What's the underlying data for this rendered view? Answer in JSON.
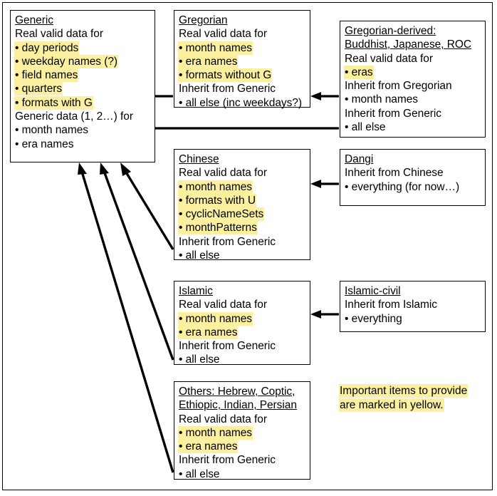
{
  "diagram": {
    "title": "Calendar data inheritance diagram",
    "highlight_color": "#faf0a0",
    "line_color": "#000000",
    "background": "#ffffff"
  },
  "boxes": {
    "generic": {
      "name": "Generic",
      "lines": [
        {
          "text": "Generic",
          "style": "title"
        },
        {
          "text": "Real valid data for",
          "style": "plain"
        },
        {
          "text": "• day periods",
          "style": "highlight"
        },
        {
          "text": "• weekday names (?)",
          "style": "highlight"
        },
        {
          "text": "• field names",
          "style": "highlight"
        },
        {
          "text": "• quarters",
          "style": "highlight"
        },
        {
          "text": "• formats with G",
          "style": "highlight"
        },
        {
          "text": "Generic data (1, 2…) for",
          "style": "plain"
        },
        {
          "text": "• month names",
          "style": "plain"
        },
        {
          "text": "• era names",
          "style": "plain"
        }
      ]
    },
    "gregorian": {
      "name": "Gregorian",
      "lines": [
        {
          "text": "Gregorian",
          "style": "title"
        },
        {
          "text": "Real valid data for",
          "style": "plain"
        },
        {
          "text": "• month names",
          "style": "highlight"
        },
        {
          "text": "• era names",
          "style": "highlight"
        },
        {
          "text": "• formats without G",
          "style": "highlight"
        },
        {
          "text": "Inherit from Generic",
          "style": "plain"
        },
        {
          "text": "• all else (inc weekdays?)",
          "style": "plain"
        }
      ]
    },
    "gregorian_derived": {
      "name": "Gregorian-derived: Buddhist, Japanese, ROC",
      "lines": [
        {
          "text": "Gregorian-derived:",
          "style": "title"
        },
        {
          "text": "Buddhist, Japanese, ROC",
          "style": "title"
        },
        {
          "text": "Real valid data for",
          "style": "plain"
        },
        {
          "text": "• eras",
          "style": "highlight"
        },
        {
          "text": "Inherit from Gregorian",
          "style": "plain"
        },
        {
          "text": "• month names",
          "style": "plain"
        },
        {
          "text": "Inherit from Generic",
          "style": "plain"
        },
        {
          "text": "• all else",
          "style": "plain"
        }
      ]
    },
    "chinese": {
      "name": "Chinese",
      "lines": [
        {
          "text": "Chinese",
          "style": "title"
        },
        {
          "text": "Real valid data for",
          "style": "plain"
        },
        {
          "text": "• month names",
          "style": "highlight"
        },
        {
          "text": "• formats with U",
          "style": "highlight"
        },
        {
          "text": "• cyclicNameSets",
          "style": "highlight"
        },
        {
          "text": "• monthPatterns",
          "style": "highlight"
        },
        {
          "text": "Inherit from Generic",
          "style": "plain"
        },
        {
          "text": "• all else",
          "style": "plain"
        }
      ]
    },
    "dangi": {
      "name": "Dangi",
      "lines": [
        {
          "text": "Dangi",
          "style": "title"
        },
        {
          "text": "Inherit from Chinese",
          "style": "plain"
        },
        {
          "text": "• everything (for now…)",
          "style": "plain"
        }
      ]
    },
    "islamic": {
      "name": "Islamic",
      "lines": [
        {
          "text": "Islamic",
          "style": "title"
        },
        {
          "text": "Real valid data for",
          "style": "plain"
        },
        {
          "text": "• month names",
          "style": "highlight"
        },
        {
          "text": "• era names",
          "style": "highlight"
        },
        {
          "text": "Inherit from Generic",
          "style": "plain"
        },
        {
          "text": "• all else",
          "style": "plain"
        }
      ]
    },
    "islamic_civil": {
      "name": "Islamic-civil",
      "lines": [
        {
          "text": "Islamic-civil",
          "style": "title"
        },
        {
          "text": "Inherit from Islamic",
          "style": "plain"
        },
        {
          "text": "• everything",
          "style": "plain"
        }
      ]
    },
    "others": {
      "name": "Others: Hebrew, Coptic, Ethiopic, Indian, Persian",
      "lines": [
        {
          "text": "Others: Hebrew, Coptic,",
          "style": "title"
        },
        {
          "text": "Ethiopic, Indian, Persian",
          "style": "title"
        },
        {
          "text": "Real valid data for",
          "style": "plain"
        },
        {
          "text": "• month names",
          "style": "highlight"
        },
        {
          "text": "• era names",
          "style": "highlight"
        },
        {
          "text": "Inherit from Generic",
          "style": "plain"
        },
        {
          "text": "• all else",
          "style": "plain"
        }
      ]
    },
    "legend": {
      "name": "Legend",
      "lines": [
        {
          "text": "Important items to provide",
          "style": "highlight"
        },
        {
          "text": "are marked in yellow.",
          "style": "highlight"
        }
      ]
    }
  },
  "arrows": [
    {
      "from": "gregorian",
      "to": "generic",
      "label": "gregorian-inherits-generic"
    },
    {
      "from": "gregorian_derived",
      "to": "gregorian",
      "label": "gregorian-derived-inherits-gregorian"
    },
    {
      "from": "gregorian_derived",
      "to": "generic",
      "label": "gregorian-derived-inherits-generic"
    },
    {
      "from": "dangi",
      "to": "chinese",
      "label": "dangi-inherits-chinese"
    },
    {
      "from": "islamic_civil",
      "to": "islamic",
      "label": "islamic-civil-inherits-islamic"
    },
    {
      "from": "chinese",
      "to": "generic",
      "label": "chinese-inherits-generic"
    },
    {
      "from": "islamic",
      "to": "generic",
      "label": "islamic-inherits-generic"
    },
    {
      "from": "others",
      "to": "generic",
      "label": "others-inherits-generic"
    }
  ]
}
